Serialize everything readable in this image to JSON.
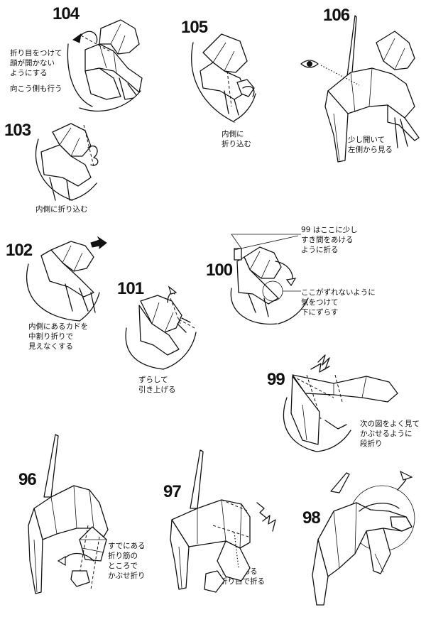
{
  "steps": [
    {
      "id": "104",
      "number": "104",
      "note": "折り目をつけて\n顔が開かない\nようにする",
      "note2": "向こう側も行う"
    },
    {
      "id": "105",
      "number": "105",
      "note": "内側に\n折り込む"
    },
    {
      "id": "106",
      "number": "106",
      "note": "少し開いて\n左側から見る"
    },
    {
      "id": "103",
      "number": "103",
      "note": "内側に折り込む"
    },
    {
      "id": "102",
      "number": "102",
      "note": "内側にあるカドを\n中割り折りで\n見えなくする"
    },
    {
      "id": "101",
      "number": "101",
      "note": "ずらして\n引き上げる"
    },
    {
      "id": "100",
      "number": "100",
      "note": "99 はここに少し\nすき間をあける\nように折る",
      "note2": "ここがずれないように\n気をつけて\n下にずらす"
    },
    {
      "id": "99",
      "number": "99",
      "note": "次の図をよく見て\nかぶせるように\n段折り"
    },
    {
      "id": "96",
      "number": "96",
      "note": "すでにある\n折り筋の\nところで\nかぶせ折り"
    },
    {
      "id": "97",
      "number": "97",
      "note": "すでにある\n折り目で折る"
    },
    {
      "id": "98",
      "number": "98"
    }
  ],
  "icons": {
    "eye": "eye-icon"
  }
}
